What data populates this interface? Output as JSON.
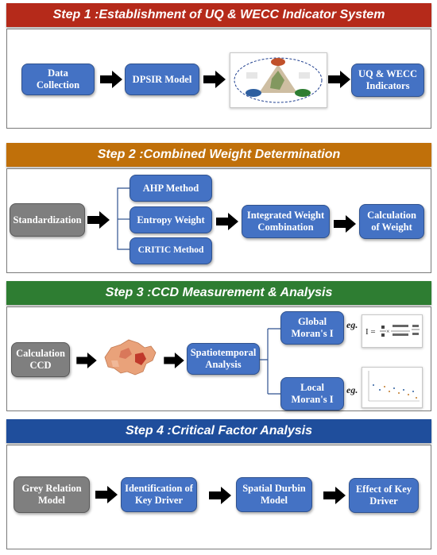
{
  "step1": {
    "title": "Step 1 :Establishment of UQ & WECC Indicator System",
    "color": "#b52a1a",
    "data_collection": "Data Collection",
    "dpsir": "DPSIR Model",
    "indicators": "UQ & WECC Indicators"
  },
  "step2": {
    "title": "Step 2 :Combined Weight Determination",
    "color": "#c0700a",
    "standardization": "Standardization",
    "ahp": "AHP Method",
    "entropy": "Entropy Weight",
    "critic": "CRITIC Method",
    "integrated": "Integrated Weight Combination",
    "calc_weight": "Calculation of Weight"
  },
  "step3": {
    "title": "Step 3 :CCD Measurement & Analysis",
    "color": "#2e7d32",
    "calc_ccd": "Calculation CCD",
    "spatiotemporal": "Spatiotemporal Analysis",
    "global": "Global Moran's I",
    "local": "Local Moran's I",
    "eg1": "eg.",
    "eg2": "eg."
  },
  "step4": {
    "title": "Step 4 :Critical Factor Analysis",
    "color": "#1f4e9c",
    "grey": "Grey Relation Model",
    "identification": "Identification of Key Driver",
    "durbin": "Spatial Durbin Model",
    "effect": "Effect of Key Driver"
  }
}
